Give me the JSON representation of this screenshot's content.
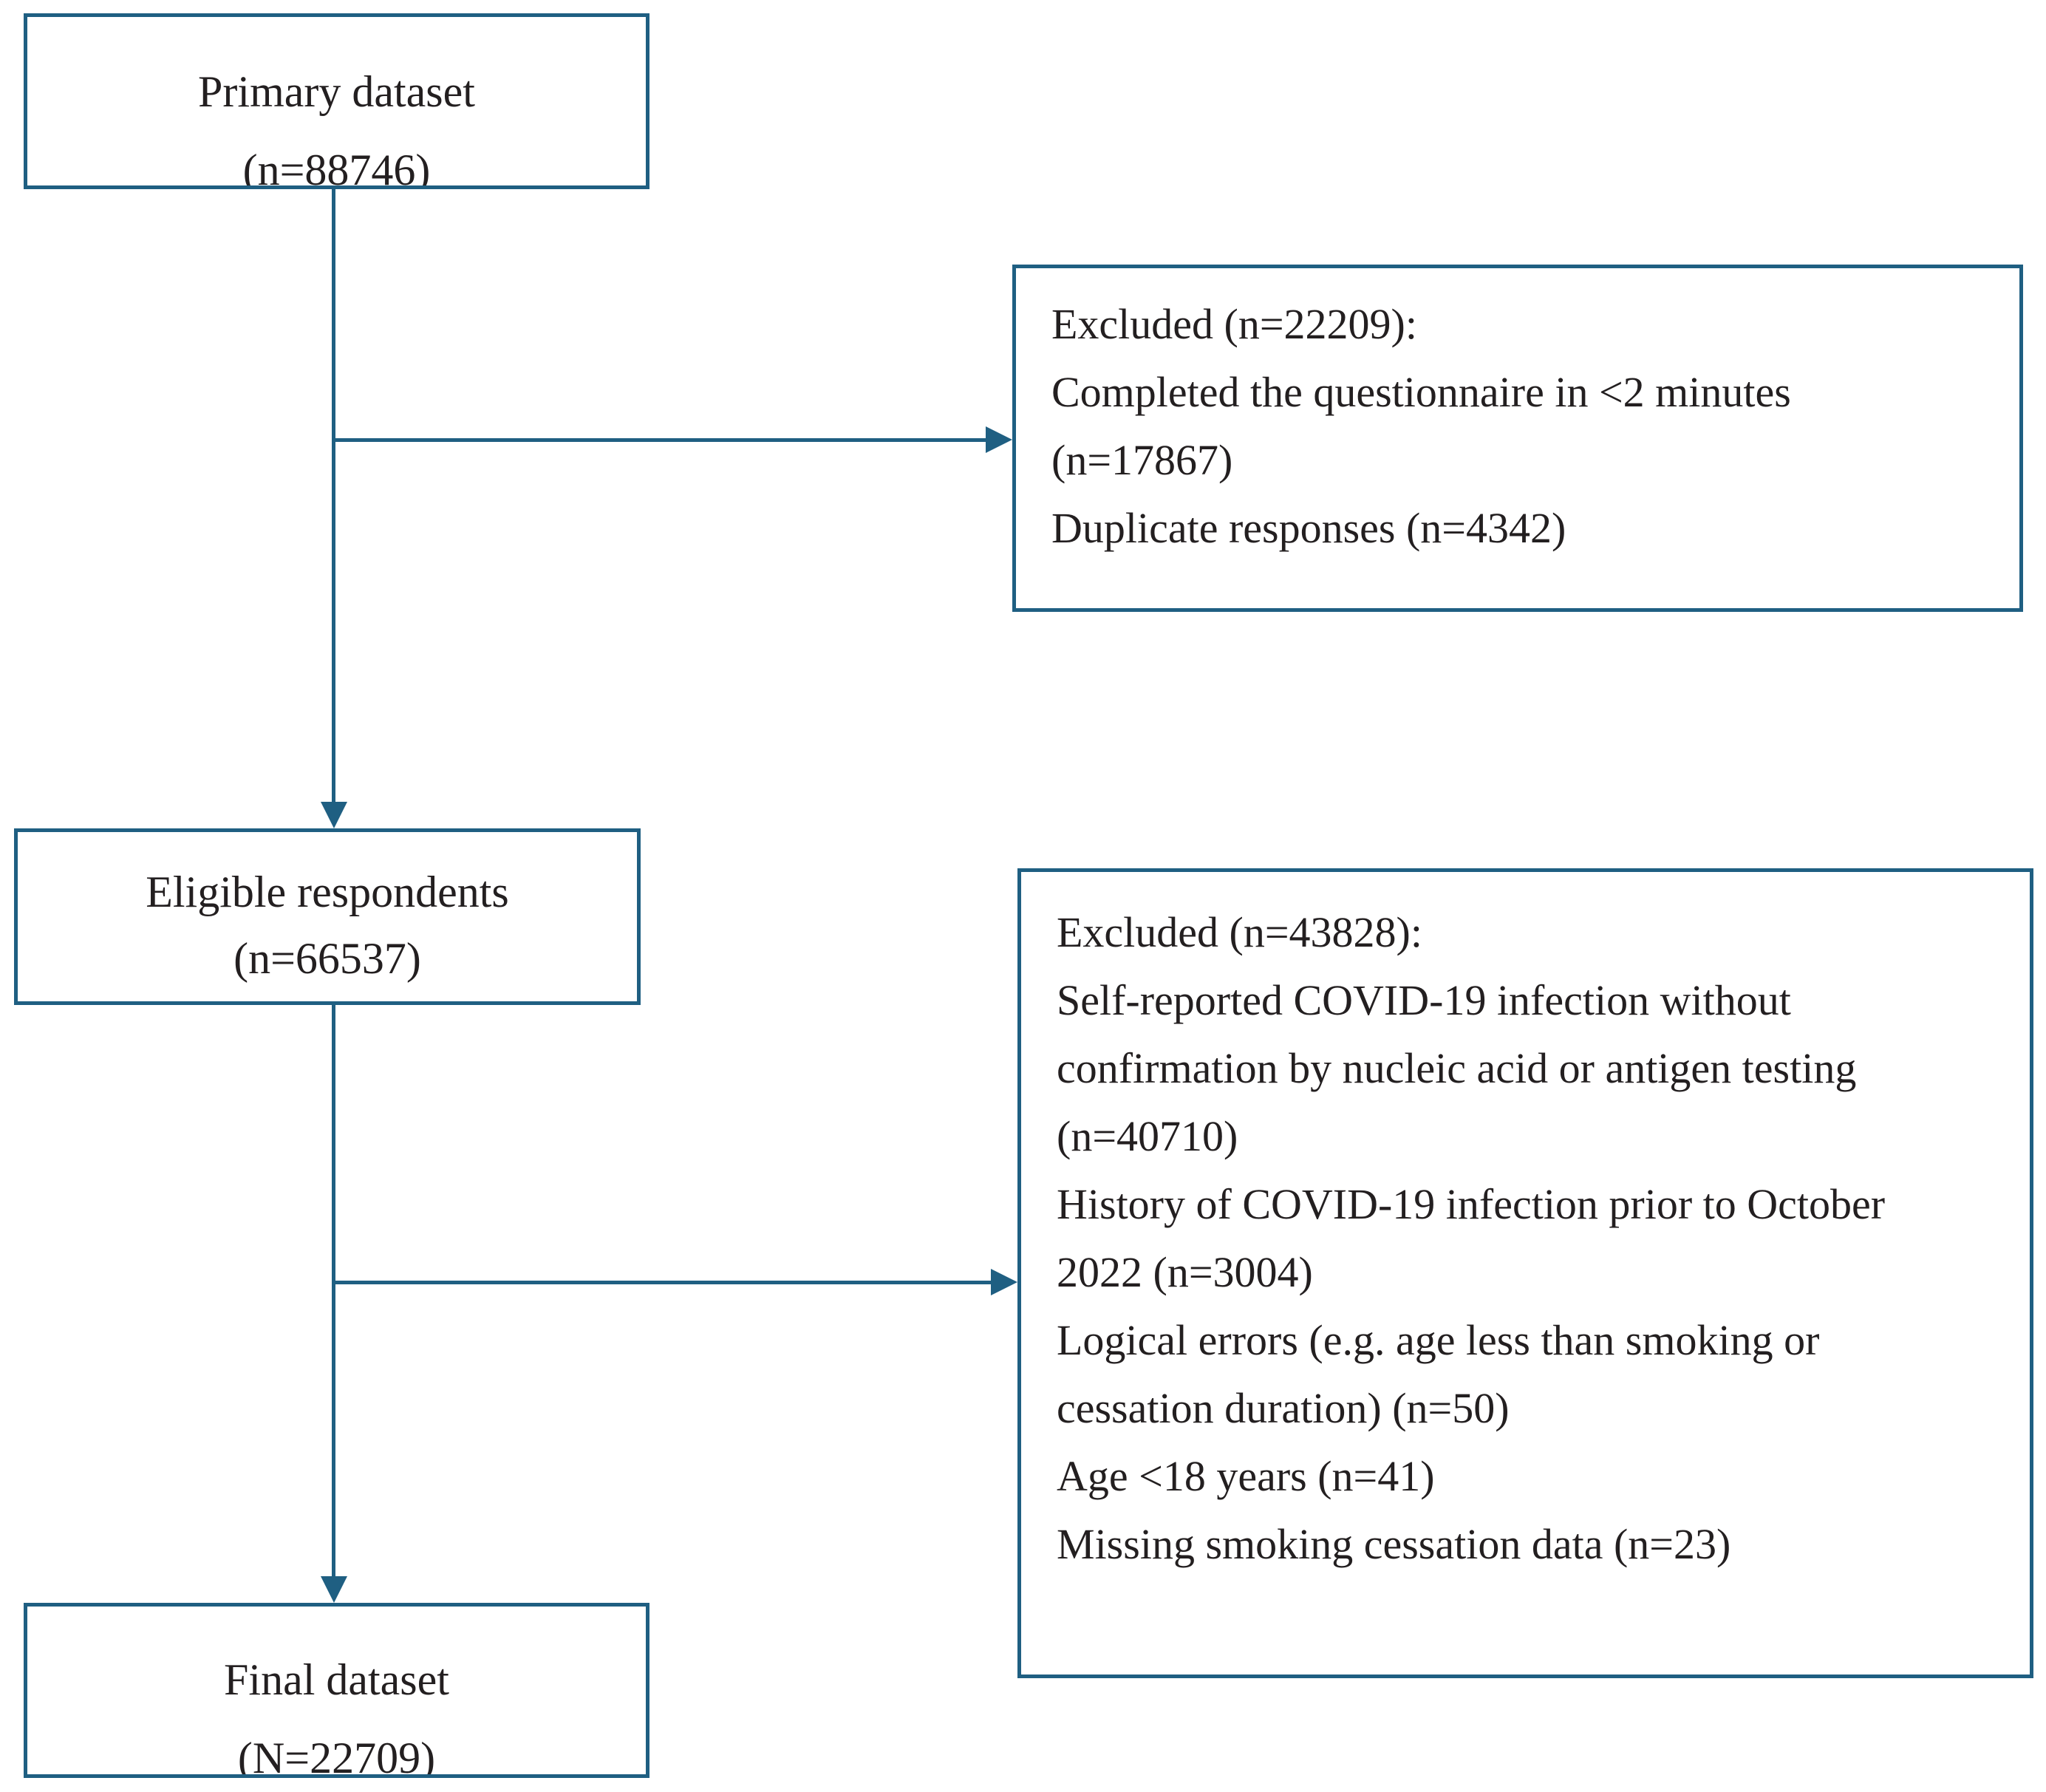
{
  "primary": {
    "title": "Primary dataset",
    "count": "(n=88746)"
  },
  "exclusion1": {
    "heading": "Excluded (n=22209):",
    "lines": [
      "Completed the questionnaire in <2 minutes",
      "(n=17867)",
      "Duplicate responses (n=4342)"
    ]
  },
  "eligible": {
    "title": "Eligible respondents",
    "count": "(n=66537)"
  },
  "exclusion2": {
    "heading": "Excluded (n=43828):",
    "lines": [
      "Self-reported COVID-19 infection without",
      "confirmation by nucleic acid or antigen testing",
      "(n=40710)",
      "History of COVID-19 infection prior to October",
      "2022 (n=3004)",
      "Logical errors (e.g. age less than smoking or",
      "cessation duration) (n=50)",
      "Age <18 years (n=41)",
      "Missing smoking cessation data (n=23)"
    ]
  },
  "final": {
    "title": "Final dataset",
    "count": "(N=22709)"
  },
  "colors": {
    "border": "#1f5f82",
    "arrow": "#1f5f82",
    "text": "#231f20"
  }
}
